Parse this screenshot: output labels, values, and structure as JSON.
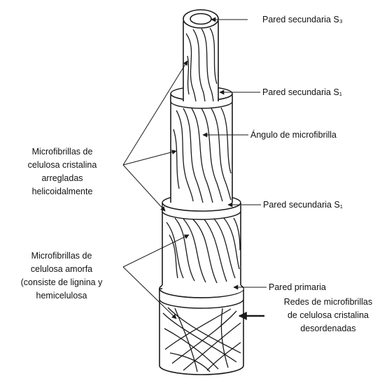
{
  "labels": {
    "s3": "Pared secundaria S₃",
    "s1_upper": "Pared secundaria S₁",
    "angle": "Ángulo de microfibrilla",
    "s1_lower": "Pared secundaria S₁",
    "primary": "Pared primaria",
    "helical": [
      "Microfibrillas de",
      "celulosa cristalina",
      "arregladas",
      "helicoidalmente"
    ],
    "amorphous": [
      "Microfibrillas de",
      "celulosa amorfa",
      "(consiste de lignina y",
      "hemicelulosa"
    ],
    "network": [
      "Redes de microfibrillas",
      "de celulosa cristalina",
      "desordenadas"
    ]
  },
  "colors": {
    "line": "#1a1a1a",
    "background": "#ffffff"
  }
}
